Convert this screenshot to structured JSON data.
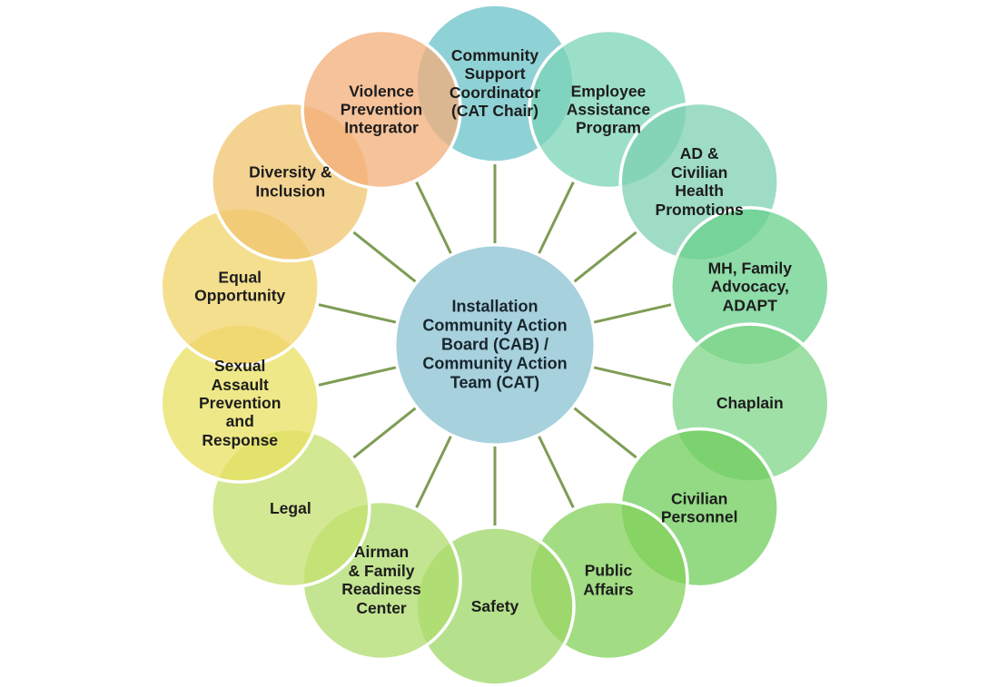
{
  "background": "#ffffff",
  "style": {
    "line_color": "#7e9c54",
    "circle_stroke_color": "#ffffff",
    "node_text_color": "#1d1d1d",
    "center_text_color": "#18262e",
    "node_fill_opacity": 0.75
  },
  "center": {
    "id": "installation-cab-cat",
    "label": "Installation\nCommunity Action\nBoard (CAB) /\nCommunity Action\nTeam (CAT)",
    "color": "#a7d1dd"
  },
  "nodes": [
    {
      "id": "community-support-coordinator",
      "label": "Community\nSupport\nCoordinator\n(CAT Chair)",
      "color": "#69c3c8"
    },
    {
      "id": "employee-assistance-program",
      "label": "Employee\nAssistance\nProgram",
      "color": "#7bd4b7"
    },
    {
      "id": "ad-civilian-health-promotions",
      "label": "AD &\nCivilian\nHealth\nPromotions",
      "color": "#7dd0b1"
    },
    {
      "id": "mh-family-advocacy-adapt",
      "label": "MH, Family\nAdvocacy,\nADAPT",
      "color": "#68d08b"
    },
    {
      "id": "chaplain",
      "label": "Chaplain",
      "color": "#7fd588"
    },
    {
      "id": "civilian-personnel",
      "label": "Civilian\nPersonnel",
      "color": "#70cd5c"
    },
    {
      "id": "public-affairs",
      "label": "Public\nAffairs",
      "color": "#83d059"
    },
    {
      "id": "safety",
      "label": "Safety",
      "color": "#9cd765"
    },
    {
      "id": "airman-family-readiness-center",
      "label": "Airman\n& Family\nReadiness\nCenter",
      "color": "#afdc6c"
    },
    {
      "id": "legal",
      "label": "Legal",
      "color": "#c4e06d"
    },
    {
      "id": "sexual-assault-prevention-response",
      "label": "Sexual\nAssault\nPrevention\nand\nResponse",
      "color": "#e8e060"
    },
    {
      "id": "equal-opportunity",
      "label": "Equal\nOpportunity",
      "color": "#f0d46a"
    },
    {
      "id": "diversity-inclusion",
      "label": "Diversity &\nInclusion",
      "color": "#f0c46e"
    },
    {
      "id": "violence-prevention-integrator",
      "label": "Violence\nPrevention\nIntegrator",
      "color": "#f3ad78"
    }
  ]
}
